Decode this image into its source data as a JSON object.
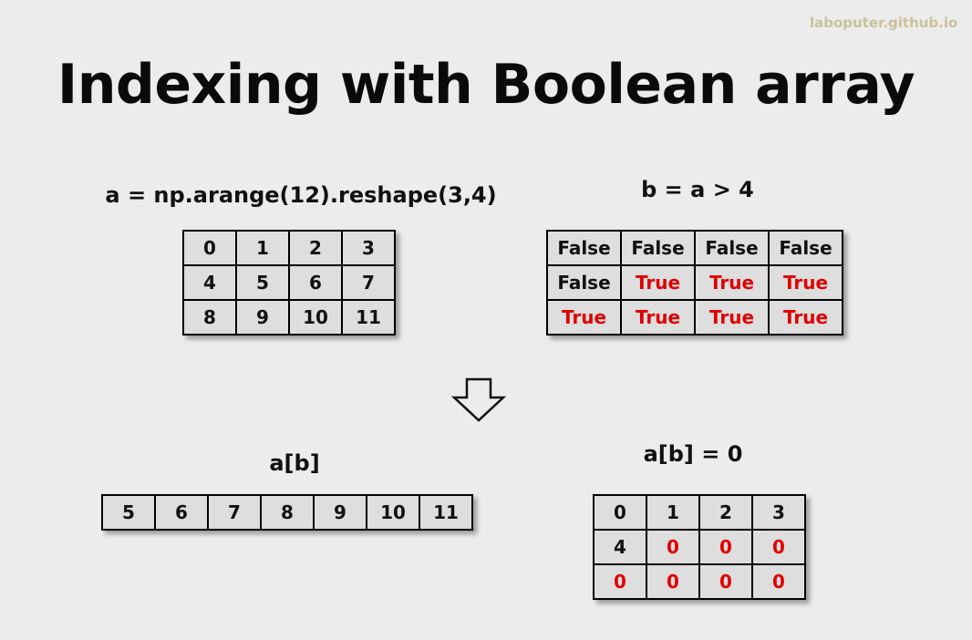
{
  "watermark": "laboputer.github.io",
  "title": "Indexing with Boolean array",
  "panel_a": {
    "label": "a = np.arange(12).reshape(3,4)",
    "rows": [
      [
        "0",
        "1",
        "2",
        "3"
      ],
      [
        "4",
        "5",
        "6",
        "7"
      ],
      [
        "8",
        "9",
        "10",
        "11"
      ]
    ]
  },
  "panel_b": {
    "label": "b = a > 4",
    "rows": [
      [
        "False",
        "False",
        "False",
        "False"
      ],
      [
        "False",
        "True",
        "True",
        "True"
      ],
      [
        "True",
        "True",
        "True",
        "True"
      ]
    ]
  },
  "panel_ab": {
    "label": "a[b]",
    "values": [
      "5",
      "6",
      "7",
      "8",
      "9",
      "10",
      "11"
    ]
  },
  "panel_assign": {
    "label": "a[b] = 0",
    "rows": [
      [
        "0",
        "1",
        "2",
        "3"
      ],
      [
        "4",
        "0",
        "0",
        "0"
      ],
      [
        "0",
        "0",
        "0",
        "0"
      ]
    ],
    "highlight": [
      [
        false,
        false,
        false,
        false
      ],
      [
        false,
        true,
        true,
        true
      ],
      [
        true,
        true,
        true,
        true
      ]
    ]
  },
  "colors": {
    "highlight": "#e00000",
    "cell_bg": "#dedede",
    "background": "#ececec"
  },
  "icons": {
    "arrow": "down-arrow-icon"
  }
}
